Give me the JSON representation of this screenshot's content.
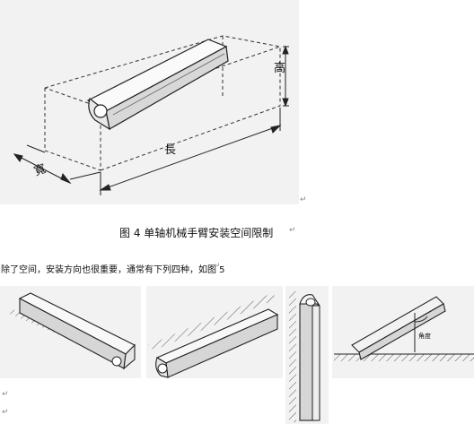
{
  "figure4": {
    "label_height": "高",
    "label_length": "長",
    "label_width": "寬"
  },
  "caption": {
    "text": "图 4   单轴机械手臂安装空间限制"
  },
  "paragraph": {
    "text": "除了空间，安装方向也很重要，通常有下列四种，如图 5"
  },
  "figure5": {
    "angle_label": "角度"
  },
  "marks": {
    "return": "↵"
  },
  "colors": {
    "panel_bg": "#f2f2f2",
    "line": "#333333",
    "hatch": "#555555"
  }
}
